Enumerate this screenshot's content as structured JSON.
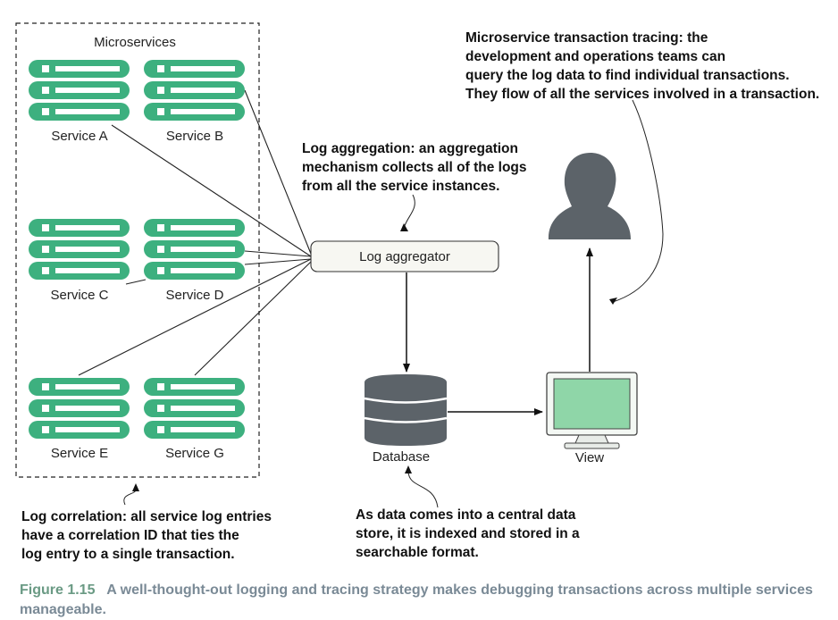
{
  "group_title": "Microservices",
  "services": [
    "Service A",
    "Service B",
    "Service C",
    "Service D",
    "Service E",
    "Service G"
  ],
  "aggregator": "Log aggregator",
  "database": "Database",
  "view": "View",
  "notes": {
    "aggregation": "Log aggregation: an aggregation\nmechanism collects all of the logs\nfrom all the service instances.",
    "tracing": "Microservice transaction tracing:  the\ndevelopment and operations teams can\nquery the log data to find individual transactions.\nThey flow of all the services involved in a transaction.",
    "correlation": "Log correlation: all service log entries\nhave a correlation ID that ties the\nlog entry to a single transaction.",
    "indexing": "As data comes into a central data\nstore, it is indexed and stored in a\nsearchable format."
  },
  "caption": {
    "number": "Figure 1.15",
    "text": "A well-thought-out logging and tracing strategy makes debugging transactions across multiple services manageable."
  },
  "colors": {
    "server_green": "#3db07f",
    "database_gray": "#5c6369",
    "person_gray": "#5c6369",
    "monitor_green": "#8fd6a8",
    "caption_gray": "#7a8a96",
    "caption_green": "#6a9a84"
  },
  "icons": [
    "server-stack-icon",
    "database-icon",
    "monitor-icon",
    "person-icon"
  ]
}
